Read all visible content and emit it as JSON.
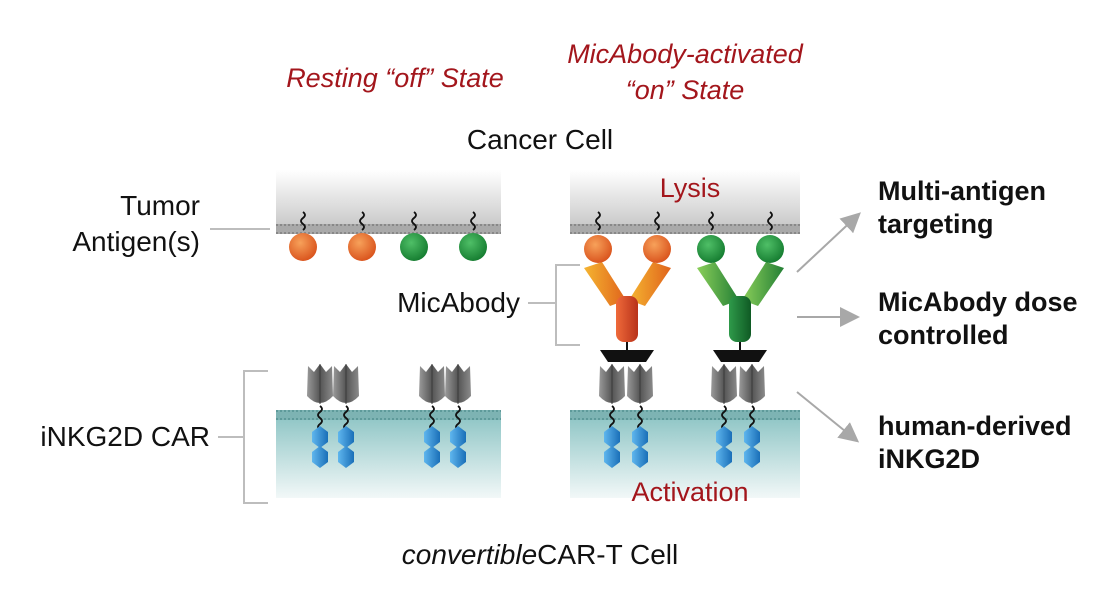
{
  "headers": {
    "resting": "Resting “off” State",
    "activated_line1": "MicAbody-activated",
    "activated_line2": "“on” State"
  },
  "cells": {
    "cancer": "Cancer Cell",
    "car_t_italic": "convertible",
    "car_t_rest": "CAR-T Cell"
  },
  "left_labels": {
    "tumor_line1": "Tumor",
    "tumor_line2": "Antigen(s)",
    "micabody": "MicAbody",
    "inkg2d": "iNKG2D CAR"
  },
  "inner_labels": {
    "lysis": "Lysis",
    "activation": "Activation"
  },
  "features": [
    {
      "line1": "Multi-antigen",
      "line2": "targeting"
    },
    {
      "line1": "MicAbody dose",
      "line2": "controlled"
    },
    {
      "line1": "human-derived",
      "line2": "iNKG2D"
    }
  ],
  "colors": {
    "accent_red": "#a3161c",
    "antigen_orange": "#e8601c",
    "antigen_green": "#1f8a3a",
    "receptor_blue": "#2b8fd6",
    "receptor_gray": "#6e6e6e",
    "membrane_teal": "#7fbcbc"
  }
}
